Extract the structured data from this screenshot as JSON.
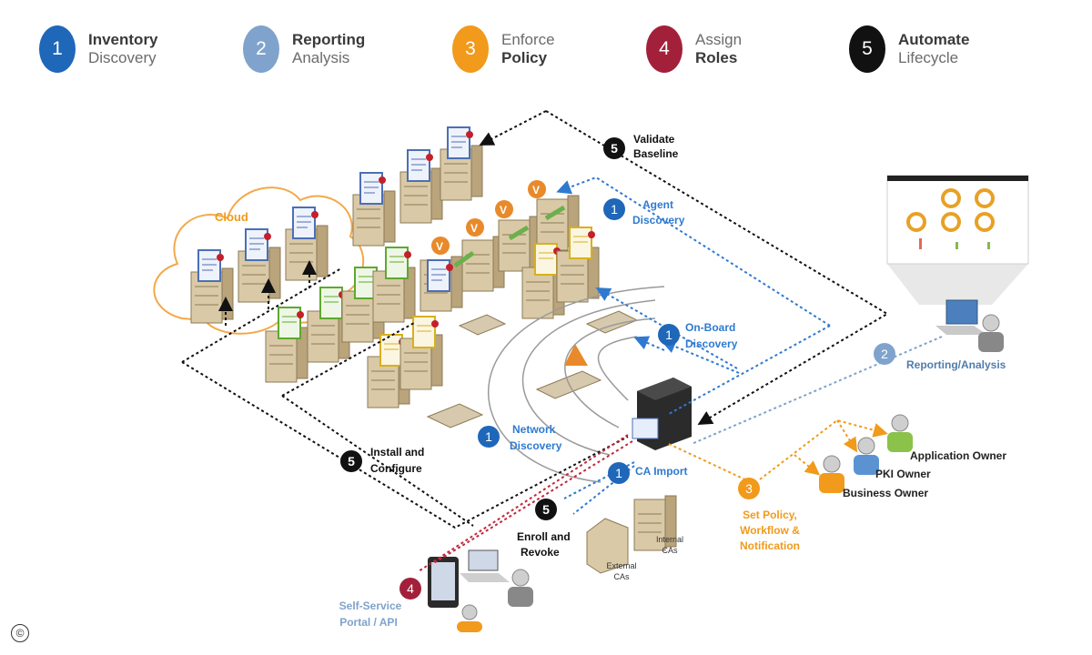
{
  "legend": [
    {
      "num": "1",
      "line1": "Inventory",
      "line2": "Discovery",
      "bold_line": 1,
      "color": "#1f67b8"
    },
    {
      "num": "2",
      "line1": "Reporting",
      "line2": "Analysis",
      "bold_line": 1,
      "color": "#7fa3cc"
    },
    {
      "num": "3",
      "line1": "Enforce",
      "line2": "Policy",
      "bold_line": 2,
      "color": "#f19a1b"
    },
    {
      "num": "4",
      "line1": "Assign",
      "line2": "Roles",
      "bold_line": 2,
      "color": "#a3203a"
    },
    {
      "num": "5",
      "line1": "Automate",
      "line2": "Lifecycle",
      "bold_line": 1,
      "color": "#111111"
    }
  ],
  "diagram": {
    "cloud_label": "Cloud",
    "steps": {
      "validate_num": "5",
      "validate_l1": "Validate",
      "validate_l2": "Baseline",
      "agent_num": "1",
      "agent_l1": "Agent",
      "agent_l2": "Discovery",
      "onboard_num": "1",
      "onboard_l1": "On-Board",
      "onboard_l2": "Discovery",
      "network_num": "1",
      "network_l1": "Network",
      "network_l2": "Discovery",
      "ca_import_num": "1",
      "ca_import_label": "CA Import",
      "reporting_num": "2",
      "reporting_label": "Reporting/Analysis",
      "install_num": "5",
      "install_l1": "Install and",
      "install_l2": "Configure",
      "enroll_num": "5",
      "enroll_l1": "Enroll and",
      "enroll_l2": "Revoke",
      "policy_num": "3",
      "policy_l1": "Set Policy,",
      "policy_l2": "Workflow &",
      "policy_l3": "Notification",
      "selfservice_num": "4",
      "selfservice_l1": "Self-Service",
      "selfservice_l2": "Portal / API"
    },
    "ca": {
      "internal_l1": "Internal",
      "internal_l2": "CAs",
      "external_l1": "External",
      "external_l2": "CAs"
    },
    "owners": {
      "application": "Application Owner",
      "pki": "PKI Owner",
      "business": "Business Owner"
    }
  },
  "footer": {
    "copyright": "©"
  },
  "colors": {
    "blue": "#1f67b8",
    "light_blue": "#7fa3cc",
    "orange": "#f19a1b",
    "red": "#a3203a",
    "black": "#111111"
  }
}
